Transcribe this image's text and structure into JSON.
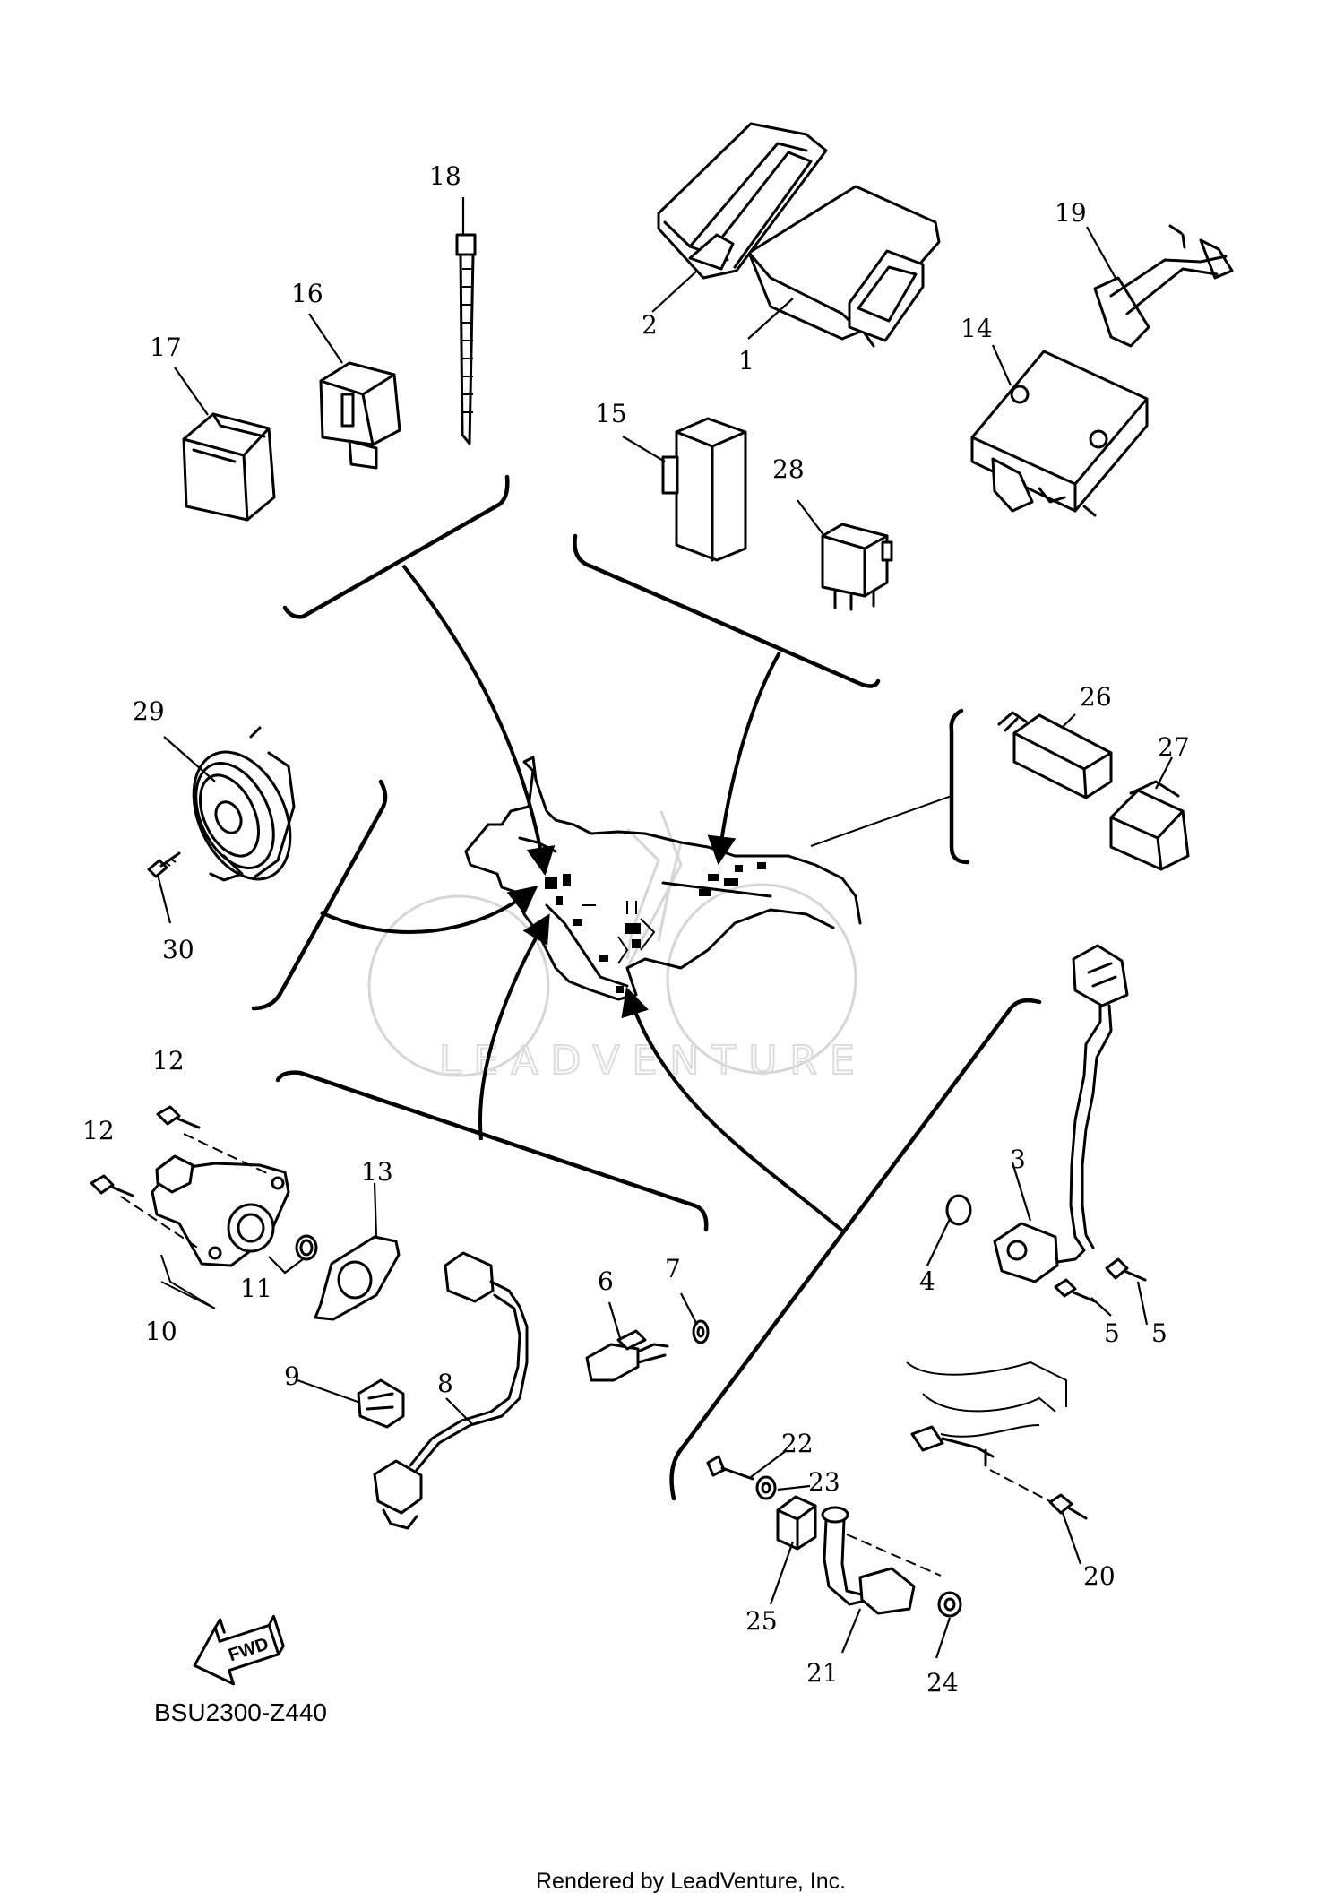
{
  "diagram": {
    "code": "BSU2300-Z440",
    "footer": "Rendered by LeadVenture, Inc.",
    "watermark": "LEADVENTURE",
    "fwd_label": "FWD"
  },
  "callouts": {
    "c1": "1",
    "c2": "2",
    "c3": "3",
    "c4": "4",
    "c5a": "5",
    "c5b": "5",
    "c6": "6",
    "c7": "7",
    "c8": "8",
    "c9": "9",
    "c10": "10",
    "c11": "11",
    "c12a": "12",
    "c12b": "12",
    "c13": "13",
    "c14": "14",
    "c15": "15",
    "c16": "16",
    "c17": "17",
    "c18": "18",
    "c19": "19",
    "c20": "20",
    "c21": "21",
    "c22": "22",
    "c23": "23",
    "c24": "24",
    "c25": "25",
    "c26": "26",
    "c27": "27",
    "c28": "28",
    "c29": "29",
    "c30": "30"
  }
}
